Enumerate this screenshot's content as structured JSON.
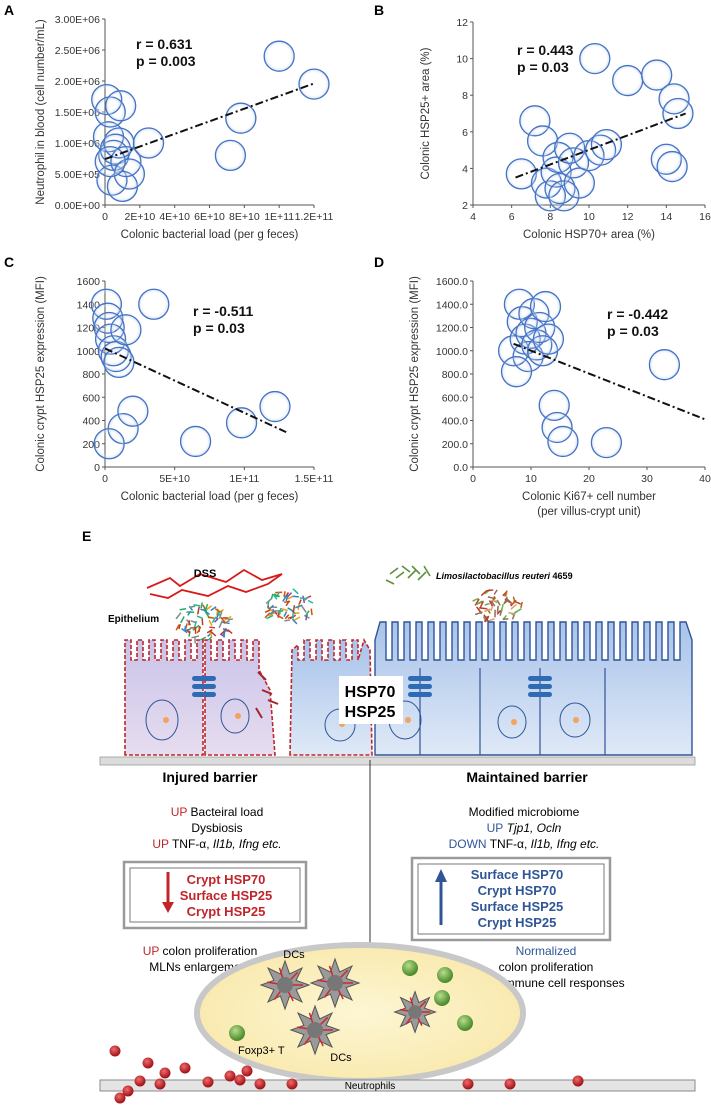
{
  "panel_labels": {
    "a": "A",
    "b": "B",
    "c": "C",
    "d": "D",
    "e": "E"
  },
  "chart_data": [
    {
      "id": "A",
      "type": "scatter",
      "xlabel": "Colonic bacterial load (per g feces)",
      "ylabel": "Neutrophil in blood (cell number/mL)",
      "xlim": [
        0,
        120000000000.0
      ],
      "ylim": [
        0,
        3000000.0
      ],
      "xticks": [
        "0",
        "2E+10",
        "4E+10",
        "6E+10",
        "8E+10",
        "1E+11",
        "1.2E+11"
      ],
      "yticks": [
        "0.00E+00",
        "5.00E+05",
        "1.00E+06",
        "1.50E+06",
        "2.00E+06",
        "2.50E+06",
        "3.00E+06"
      ],
      "annotation": [
        "r = 0.631",
        "p = 0.003"
      ],
      "trend": [
        [
          0,
          740000.0
        ],
        [
          120000000000.0,
          1960000.0
        ]
      ],
      "points": [
        [
          1000000000.0,
          1700000.0
        ],
        [
          2000000000.0,
          1100000.0
        ],
        [
          3000000000.0,
          1500000.0
        ],
        [
          4000000000.0,
          400000.0
        ],
        [
          5000000000.0,
          800000.0
        ],
        [
          6000000000.0,
          900000.0
        ],
        [
          8000000000.0,
          1000000.0
        ],
        [
          9000000000.0,
          1600000.0
        ],
        [
          10000000000.0,
          300000.0
        ],
        [
          12000000000.0,
          700000.0
        ],
        [
          14000000000.0,
          500000.0
        ],
        [
          25000000000.0,
          1000000.0
        ],
        [
          72000000000.0,
          800000.0
        ],
        [
          78000000000.0,
          1400000.0
        ],
        [
          100000000000.0,
          2400000.0
        ],
        [
          120000000000.0,
          1950000.0
        ],
        [
          3000000000.0,
          700000.0
        ]
      ]
    },
    {
      "id": "B",
      "type": "scatter",
      "xlabel": "Colonic HSP70+ area (%)",
      "ylabel": "Colonic HSP25+ area (%)",
      "xlim": [
        4,
        16
      ],
      "ylim": [
        2,
        12
      ],
      "xticks": [
        "4",
        "6",
        "8",
        "10",
        "12",
        "14",
        "16"
      ],
      "yticks": [
        "2",
        "4",
        "6",
        "8",
        "10",
        "12"
      ],
      "annotation": [
        "r = 0.443",
        "p = 0.03"
      ],
      "trend": [
        [
          6.2,
          3.5
        ],
        [
          15,
          7.0
        ]
      ],
      "points": [
        [
          6.5,
          3.7
        ],
        [
          7.2,
          6.6
        ],
        [
          7.6,
          5.5
        ],
        [
          7.8,
          3.2
        ],
        [
          8,
          2.5
        ],
        [
          8.3,
          3.8
        ],
        [
          8.4,
          4.6
        ],
        [
          8.5,
          2.9
        ],
        [
          8.7,
          2.5
        ],
        [
          9,
          5.1
        ],
        [
          9.2,
          4.3
        ],
        [
          9.5,
          3.2
        ],
        [
          10,
          4.7
        ],
        [
          10.3,
          10
        ],
        [
          10.6,
          5.0
        ],
        [
          10.9,
          5.3
        ],
        [
          12,
          8.8
        ],
        [
          13.5,
          9.1
        ],
        [
          14,
          4.5
        ],
        [
          14.3,
          4.1
        ],
        [
          14.4,
          7.8
        ],
        [
          14.6,
          7.0
        ]
      ]
    },
    {
      "id": "C",
      "type": "scatter",
      "xlabel": "Colonic bacterial load (per g feces)",
      "ylabel": "Colonic crypt HSP25 expression (MFI)",
      "xlim": [
        0,
        150000000000.0
      ],
      "ylim": [
        0,
        1600
      ],
      "xticks": [
        "0",
        "5E+10",
        "1E+11",
        "1.5E+11"
      ],
      "yticks": [
        "0",
        "200",
        "400",
        "600",
        "800",
        "1000",
        "1200",
        "1400",
        "1600"
      ],
      "annotation": [
        "r = -0.511",
        "p = 0.03"
      ],
      "trend": [
        [
          0,
          1020
        ],
        [
          130000000000.0,
          300
        ]
      ],
      "points": [
        [
          1000000000.0,
          1400
        ],
        [
          2000000000.0,
          1280
        ],
        [
          3000000000.0,
          1200
        ],
        [
          4000000000.0,
          1100
        ],
        [
          6000000000.0,
          1000
        ],
        [
          8000000000.0,
          950
        ],
        [
          10000000000.0,
          900
        ],
        [
          15000000000.0,
          1180
        ],
        [
          13000000000.0,
          330
        ],
        [
          20000000000.0,
          480
        ],
        [
          3000000000.0,
          200
        ],
        [
          35000000000.0,
          1400
        ],
        [
          65000000000.0,
          220
        ],
        [
          98000000000.0,
          380
        ],
        [
          122000000000.0,
          520
        ]
      ]
    },
    {
      "id": "D",
      "type": "scatter",
      "xlabel": "Colonic Ki67+ cell number",
      "xlabel2": "(per villus-crypt unit)",
      "ylabel": "Colonic crypt HSP25 expression (MFI)",
      "xlim": [
        0,
        40
      ],
      "ylim": [
        0,
        1600
      ],
      "xticks": [
        "0",
        "10",
        "20",
        "30",
        "40"
      ],
      "yticks": [
        "0.0",
        "200.0",
        "400.0",
        "600.0",
        "800.0",
        "1000.0",
        "1200.0",
        "1400.0",
        "1600.0"
      ],
      "annotation": [
        "r = -0.442",
        "p = 0.03"
      ],
      "trend": [
        [
          7,
          1060
        ],
        [
          40,
          410
        ]
      ],
      "points": [
        [
          7,
          1000
        ],
        [
          8,
          1400
        ],
        [
          8.5,
          1250
        ],
        [
          9,
          1100
        ],
        [
          9.5,
          950
        ],
        [
          10,
          1150
        ],
        [
          10.5,
          1320
        ],
        [
          11,
          1050
        ],
        [
          11.5,
          1200
        ],
        [
          12,
          1000
        ],
        [
          12.5,
          1380
        ],
        [
          13,
          1100
        ],
        [
          14,
          530
        ],
        [
          14.5,
          340
        ],
        [
          15.5,
          220
        ],
        [
          23,
          210
        ],
        [
          33,
          880
        ],
        [
          7.5,
          820
        ]
      ]
    }
  ],
  "schematic": {
    "dss": "DSS",
    "bacteria": "Limosilactobacillus reuteri",
    "strain": " 4659",
    "epithelium": "Epithelium",
    "hsp70": "HSP70",
    "hsp25": "HSP25",
    "injured": "Injured barrier",
    "maintained": "Maintained barrier",
    "left_text": {
      "l1_up": "UP",
      "l1": " Bacteiral load",
      "l2": "Dysbiosis",
      "l3_up": "UP",
      "l3": " TNF-α, ",
      "l3_i": "Il1b, Ifng etc."
    },
    "right_text": {
      "l1": "Modified microbiome",
      "l2_up": "UP",
      "l2_i": " Tjp1, Ocln",
      "l3_down": "DOWN",
      "l3": " TNF-α, ",
      "l3_i": "Il1b, Ifng etc."
    },
    "left_box": [
      "Crypt HSP70",
      "Surface HSP25",
      "Crypt HSP25"
    ],
    "right_box": [
      "Surface HSP70",
      "Crypt HSP70",
      "Surface HSP25",
      "Crypt HSP25"
    ],
    "left_bottom": {
      "up": "UP",
      "l1": " colon proliferation",
      "l2": "MLNs enlargement"
    },
    "right_bottom": {
      "l1": "Normalized",
      "l2": "colon proliferation",
      "l3": "MLNs immune cell responses"
    },
    "dcs_top": "DCs",
    "dcs_bottom": "DCs",
    "foxp3": "Foxp3+ T",
    "neutrophils": "Neutrophils",
    "colors": {
      "red": "#c0252a",
      "blue": "#2f5597",
      "circle": "#4472c4"
    }
  }
}
